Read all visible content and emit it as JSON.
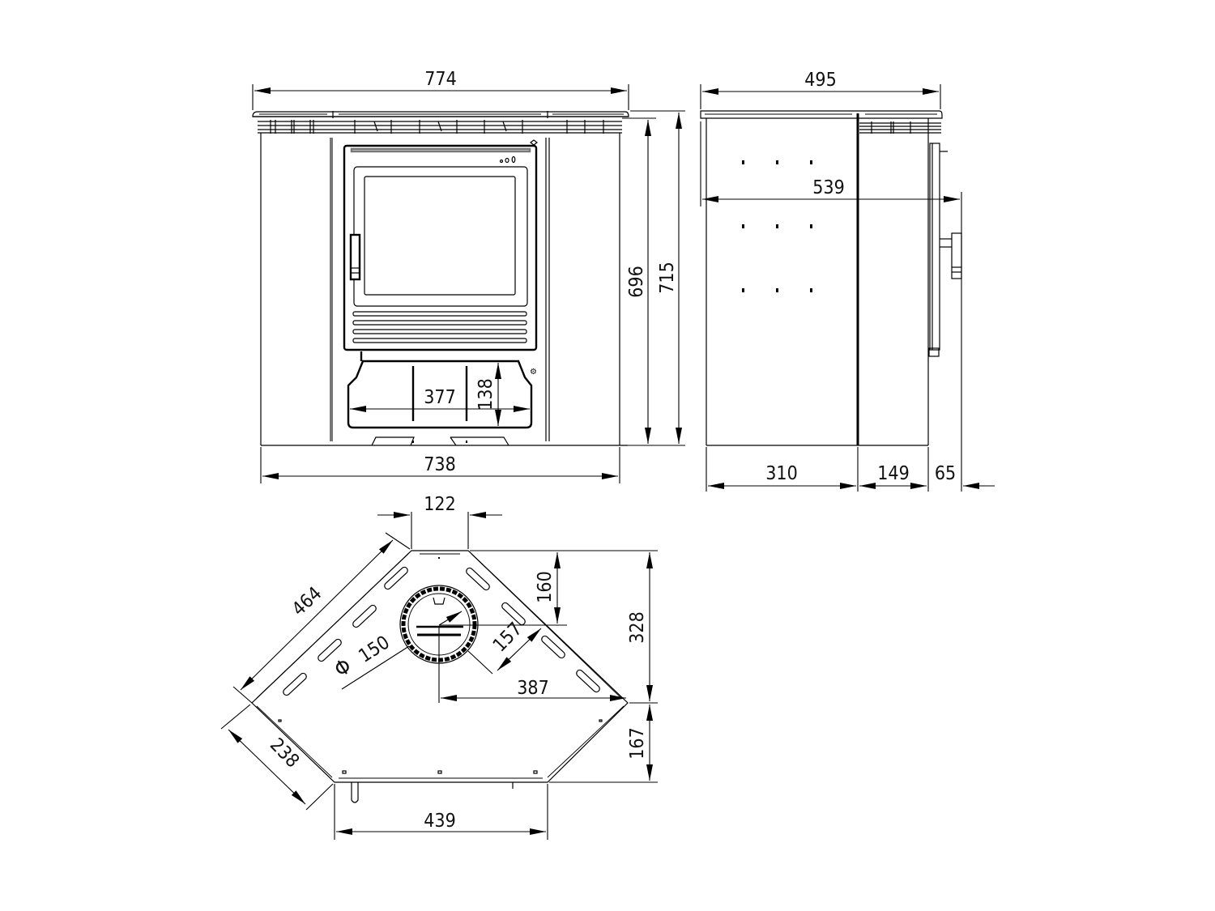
{
  "drawing": {
    "subject": "Corner wood stove technical dimension drawing",
    "units": "mm",
    "views": {
      "front": {
        "overall_width_top": "774",
        "body_width_base": "738",
        "body_height": "696",
        "overall_height": "715",
        "ash_drawer_width": "377",
        "ash_drawer_height": "138"
      },
      "side": {
        "top_depth": "495",
        "overall_depth_with_handle": "539",
        "depth_rear_section": "310",
        "depth_front_section": "149",
        "handle_projection": "65"
      },
      "top": {
        "rear_flat_width": "122",
        "diagonal_side_length": "464",
        "short_side_length": "238",
        "front_width": "439",
        "flue_offset_from_rear": "160",
        "total_depth_to_corner": "328",
        "front_depth_from_corner": "167",
        "flue_diameter_symbol": "Φ",
        "flue_diameter": "150",
        "flue_to_side_distance": "157",
        "flue_to_corner_distance": "387"
      }
    }
  }
}
